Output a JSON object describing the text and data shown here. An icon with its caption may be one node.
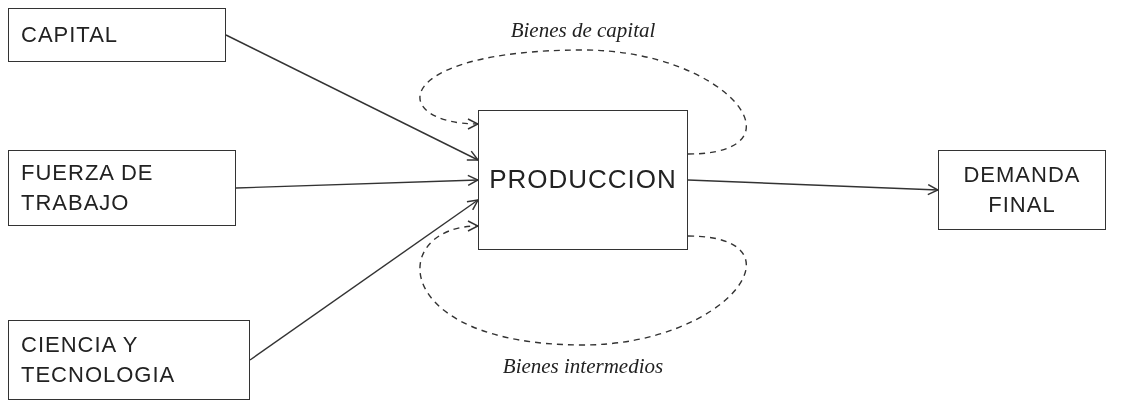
{
  "diagram": {
    "nodes": [
      {
        "text": [
          "CAPITAL"
        ]
      },
      {
        "text": [
          "FUERZA DE TRABAJO"
        ]
      },
      {
        "text": [
          "CIENCIA Y TECNOLOGIA"
        ]
      },
      {
        "text": [
          "PRODUCCION"
        ]
      },
      {
        "text": [
          "DEMANDA FINAL"
        ]
      }
    ],
    "edges": [
      {
        "from": 0,
        "to": 3,
        "arrow": "to"
      },
      {
        "from": 1,
        "to": 3,
        "arrow": "to"
      },
      {
        "from": 2,
        "to": 3,
        "arrow": "to"
      },
      {
        "from": 3,
        "to": 4,
        "arrow": "to"
      },
      {
        "from": 3,
        "to": 3,
        "arrow": "to",
        "label": "Bienes de capital",
        "style": "dashed"
      },
      {
        "from": 3,
        "to": 3,
        "arrow": "to",
        "label": "Bienes intermedios",
        "style": "dashed"
      }
    ]
  }
}
